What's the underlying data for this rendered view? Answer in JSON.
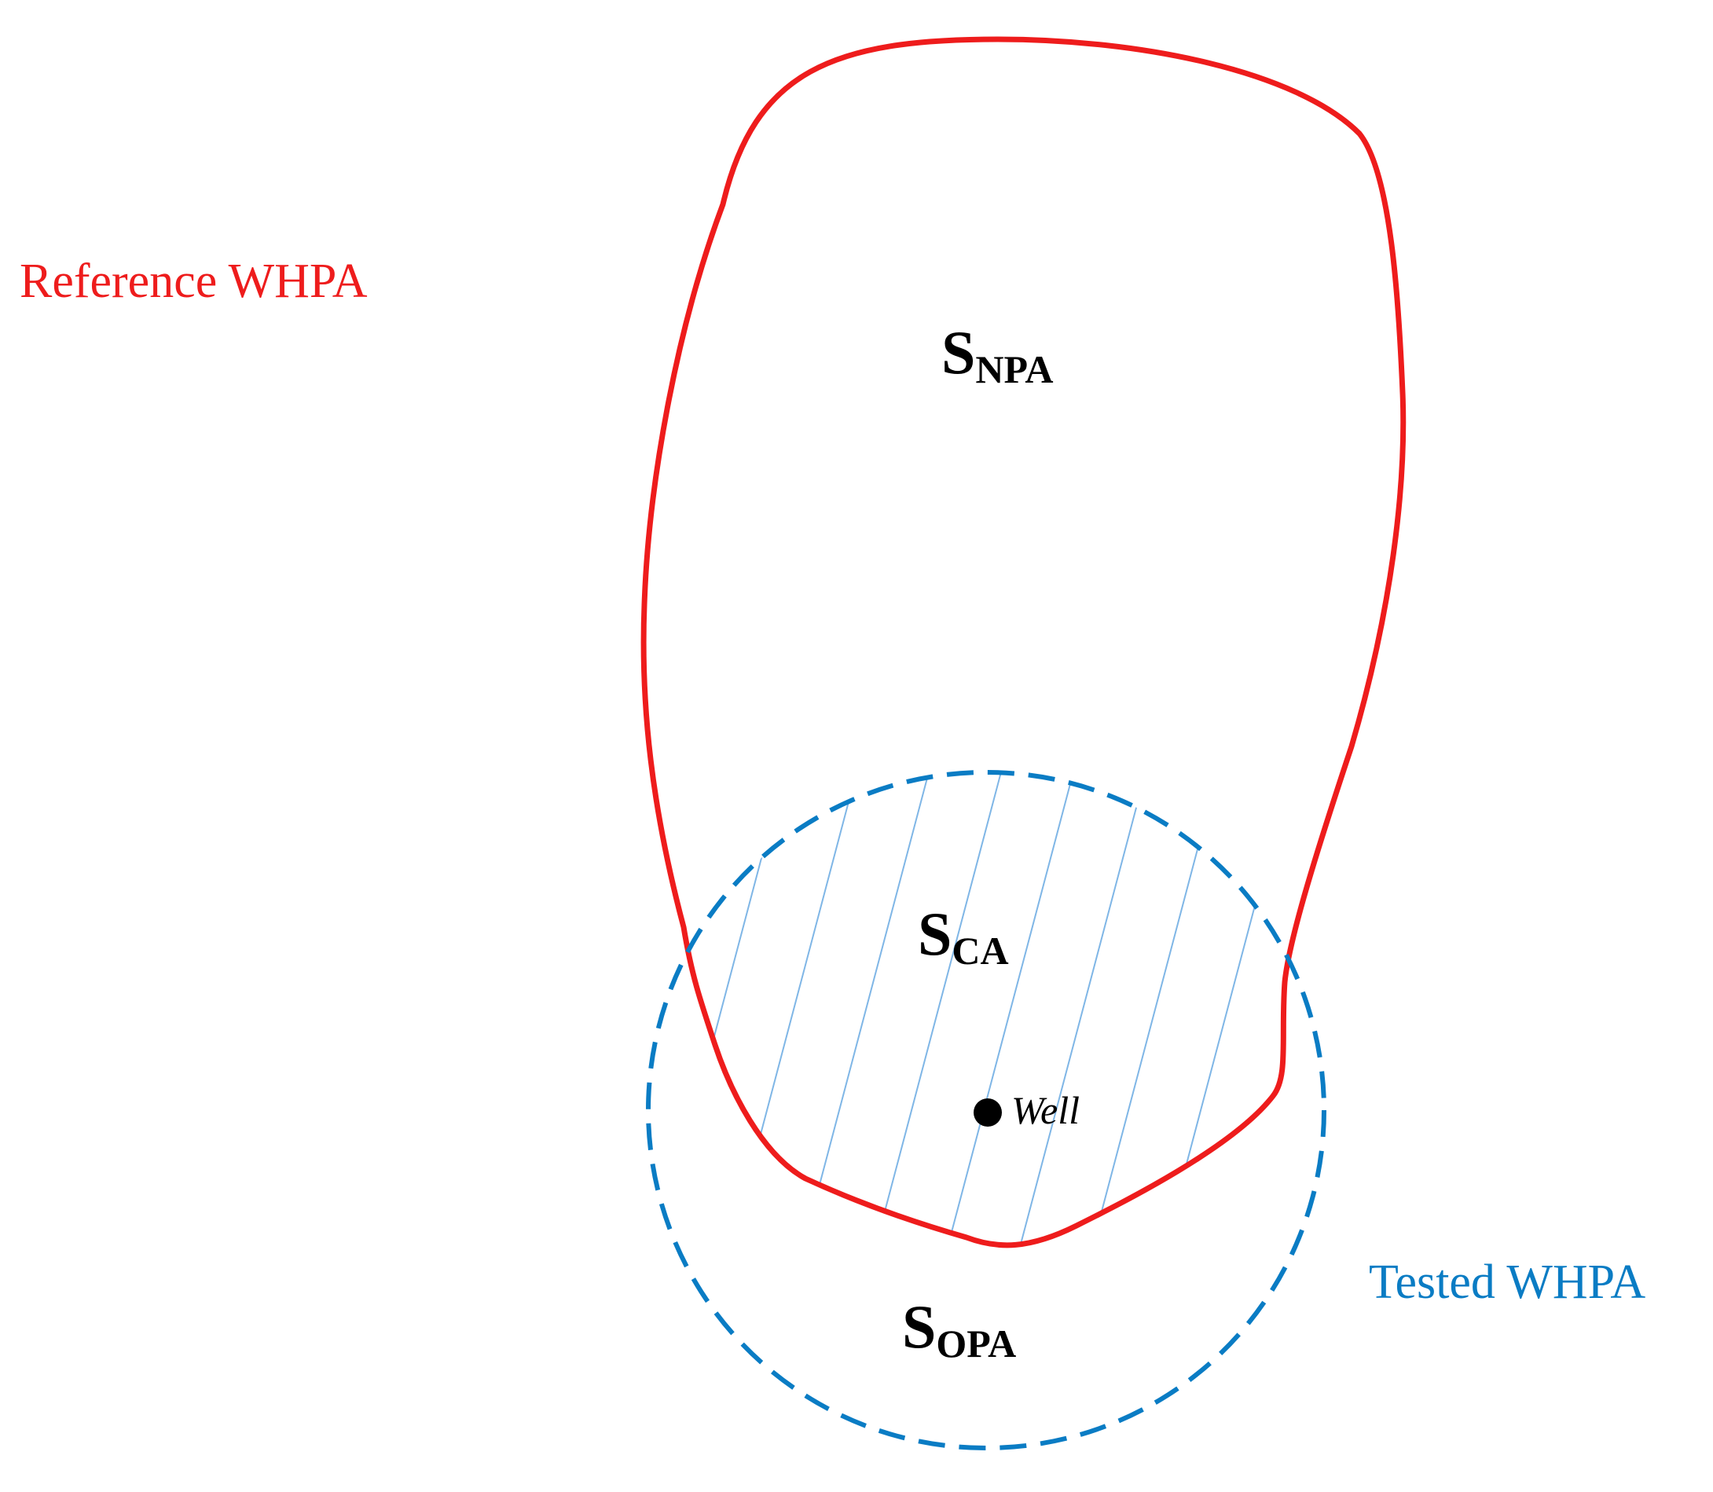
{
  "labels": {
    "reference": "Reference WHPA",
    "tested": "Tested WHPA",
    "npa_main": "S",
    "npa_sub": "NPA",
    "ca_main": "S",
    "ca_sub": "CA",
    "opa_main": "S",
    "opa_sub": "OPA",
    "well": "Well"
  },
  "colors": {
    "reference": "#ee1c1c",
    "tested": "#0a7cc4",
    "hatch": "#7fb6e6",
    "well": "#000000",
    "text": "#000000"
  }
}
